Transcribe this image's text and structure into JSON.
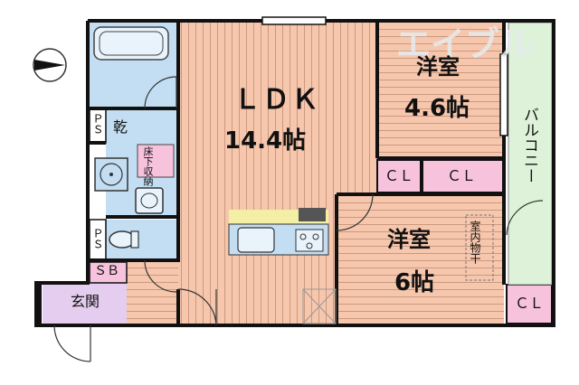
{
  "rooms": {
    "ldk": {
      "name": "ＬＤＫ",
      "size": "14.4帖"
    },
    "bedroom1": {
      "name": "洋室",
      "size": "4.6帖"
    },
    "bedroom2": {
      "name": "洋室",
      "size": "6帖"
    },
    "entrance": "玄関",
    "dressing": "乾",
    "underfloor": "床下収納",
    "indoor_drying": "室内物干",
    "balcony": "バルコニー",
    "shoe_box": "ＳＢ",
    "ps_upper": "ＰＳ",
    "ps_lower": "ＰＳ",
    "closet_bedroom2": "ＣＬ",
    "closet_bedroom1": "ＣＬ",
    "closet_right": "ＣＬ"
  },
  "watermark": "エイブル",
  "colors": {
    "wood_floor": "#f6c6ad",
    "wood_line": "#c99a80",
    "water_area": "#c3def2",
    "closet": "#f7c2dc",
    "entrance": "#e4cdef",
    "balcony": "#def2d9",
    "wall": "#111111",
    "kitchen": "#f3efa5"
  }
}
